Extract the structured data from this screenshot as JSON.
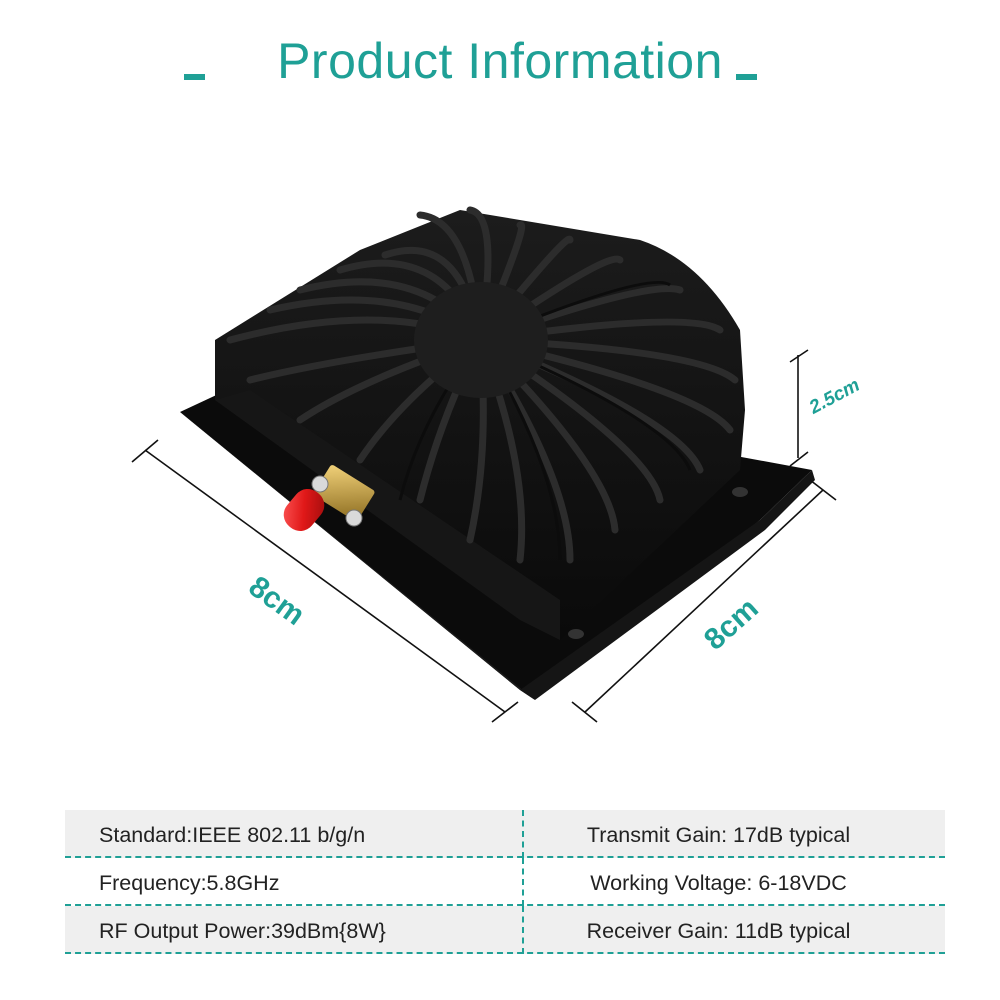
{
  "header": {
    "title": "Product Information",
    "accent_color": "#1fa096"
  },
  "product_image": {
    "description": "Black 5.8GHz WiFi signal booster amplifier with spiral heat-sink fins and red-capped SMA connector",
    "connector_cap_color": "#e01818",
    "body_color": "#111111",
    "dimensions": {
      "length": "8cm",
      "width": "8cm",
      "height": "2.5cm"
    }
  },
  "specs": {
    "rows": [
      {
        "left": "Standard:IEEE 802.11 b/g/n",
        "right": "Transmit Gain: 17dB typical",
        "shaded": true
      },
      {
        "left": "Frequency:5.8GHz",
        "right": "Working Voltage: 6-18VDC",
        "shaded": false
      },
      {
        "left": "RF Output Power:39dBm{8W}",
        "right": "Receiver Gain: 11dB typical",
        "shaded": true
      }
    ]
  }
}
